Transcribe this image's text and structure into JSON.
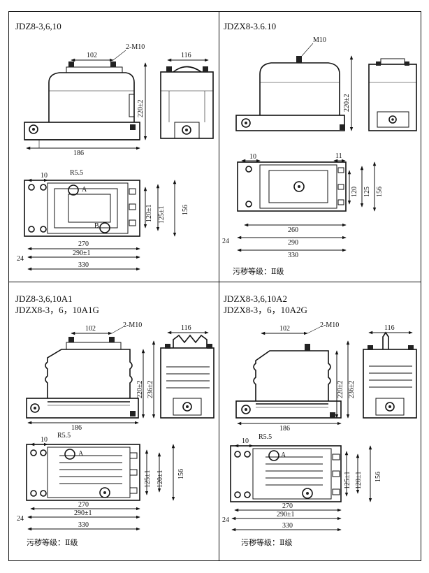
{
  "q1": {
    "title": "JDZ8-3,6,10",
    "dims": {
      "d102": "102",
      "bolt": "2-M10",
      "d116": "116",
      "h220": "220±2",
      "d186": "186",
      "d10": "10",
      "r55": "R5.5",
      "A": "A",
      "B": "B",
      "d120": "120±1",
      "d125": "125±1",
      "d156": "156",
      "d270": "270",
      "d24": "24",
      "d290": "290±1",
      "d330": "330"
    }
  },
  "q2": {
    "title": "JDZX8-3.6.10",
    "dims": {
      "bolt": "M10",
      "h220": "220±2",
      "d10": "10",
      "d11": "11",
      "d120": "120",
      "d125": "125",
      "d156": "156",
      "d260": "260",
      "d24": "24",
      "d290": "290",
      "d330": "330"
    },
    "note": "污秽等级：Ⅱ级"
  },
  "q3": {
    "title1": "JDZ8-3,6,10A1",
    "title2": "JDZX8-3，6，10A1G",
    "dims": {
      "d102": "102",
      "bolt": "2-M10",
      "d116": "116",
      "h220": "220±2",
      "h236": "236±2",
      "d186": "186",
      "d10": "10",
      "r55": "R5.5",
      "A": "A",
      "d125": "125±1",
      "d120": "120±1",
      "d156": "156",
      "d270": "270",
      "d24": "24",
      "d290": "290±1",
      "d330": "330"
    },
    "note": "污秽等级：Ⅱ级"
  },
  "q4": {
    "title1": "JDZX8-3,6,10A2",
    "title2": "JDZX8-3，6，10A2G",
    "dims": {
      "d102": "102",
      "bolt": "2-M10",
      "d116": "116",
      "h220": "220±2",
      "h236": "236±2",
      "d186": "186",
      "d10": "10",
      "r55": "R5.5",
      "A": "A",
      "d125": "125±1",
      "d120": "120±1",
      "d156": "156",
      "d270": "270",
      "d24": "24",
      "d290": "290±1",
      "d330": "330"
    },
    "note": "污秽等级：Ⅱ级"
  }
}
